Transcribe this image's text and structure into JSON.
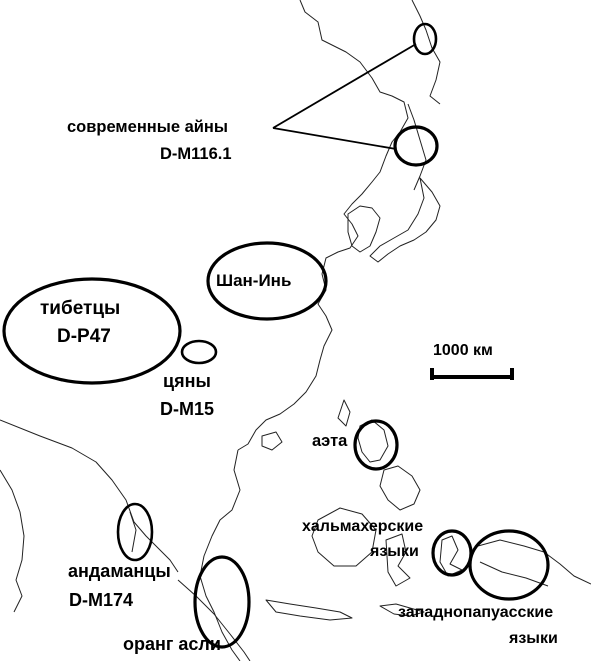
{
  "labels": {
    "ainu_name": "современные айны",
    "ainu_hap": "D-M116.1",
    "shang": "Шан-Инь",
    "tibet_name": "тибетцы",
    "tibet_hap": "D-P47",
    "qiang_name": "цяны",
    "qiang_hap": "D-M15",
    "aeta": "аэта",
    "halma_1": "хальмахерские",
    "halma_2": "языки",
    "andaman_name": "андаманцы",
    "andaman_hap": "D-M174",
    "orang": "оранг асли",
    "papuan_1": "западнопапуасские",
    "papuan_2": "языки"
  },
  "scale": {
    "label": "1000 км"
  }
}
